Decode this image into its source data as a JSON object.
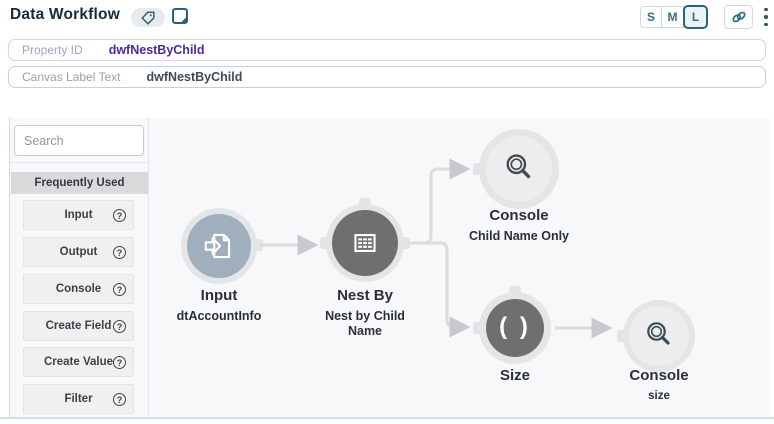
{
  "header": {
    "title": "Data Workflow",
    "size_buttons": [
      {
        "label": "S",
        "selected": false
      },
      {
        "label": "M",
        "selected": false
      },
      {
        "label": "L",
        "selected": true
      }
    ]
  },
  "fields": {
    "property_id": {
      "label": "Property ID",
      "value": "dwfNestByChild"
    },
    "canvas_label": {
      "label": "Canvas Label Text",
      "value": "dwfNestByChild"
    }
  },
  "sidebar": {
    "search_placeholder": "Search",
    "section_title": "Frequently Used",
    "help_glyph": "?",
    "items": [
      {
        "label": "Input"
      },
      {
        "label": "Output"
      },
      {
        "label": "Console"
      },
      {
        "label": "Create Field"
      },
      {
        "label": "Create Value"
      },
      {
        "label": "Filter"
      }
    ]
  },
  "canvas": {
    "nodes": [
      {
        "id": "input",
        "label": "Input",
        "sublabel": "dtAccountInfo",
        "icon": "import-icon",
        "fill": "#9fafbd"
      },
      {
        "id": "nest-by",
        "label": "Nest By",
        "sublabel": "Nest by Child Name",
        "icon": "table-icon",
        "fill": "#6f6f6f"
      },
      {
        "id": "console-top",
        "label": "Console",
        "sublabel": "Child Name Only",
        "icon": "magnifier-icon",
        "fill": "#ededee"
      },
      {
        "id": "size",
        "label": "Size",
        "icon_glyph": "( )",
        "icon": "parentheses-icon",
        "fill": "#6f6f6f"
      },
      {
        "id": "console-bottom",
        "label": "Console",
        "sublabel": "size",
        "icon": "magnifier-icon",
        "fill": "#ededee"
      }
    ],
    "edges": [
      {
        "from": "input",
        "to": "nest-by"
      },
      {
        "from": "nest-by",
        "to": "console-top"
      },
      {
        "from": "nest-by",
        "to": "size"
      },
      {
        "from": "size",
        "to": "console-bottom"
      }
    ],
    "colors": {
      "edge": "#dadcde",
      "arrow": "#c6cacd",
      "node_ring": "#e3e5e7",
      "canvas_bg": "#f7f8f9",
      "accent_teal": "#2d7287",
      "accent_purple": "#4a2b9e"
    }
  }
}
